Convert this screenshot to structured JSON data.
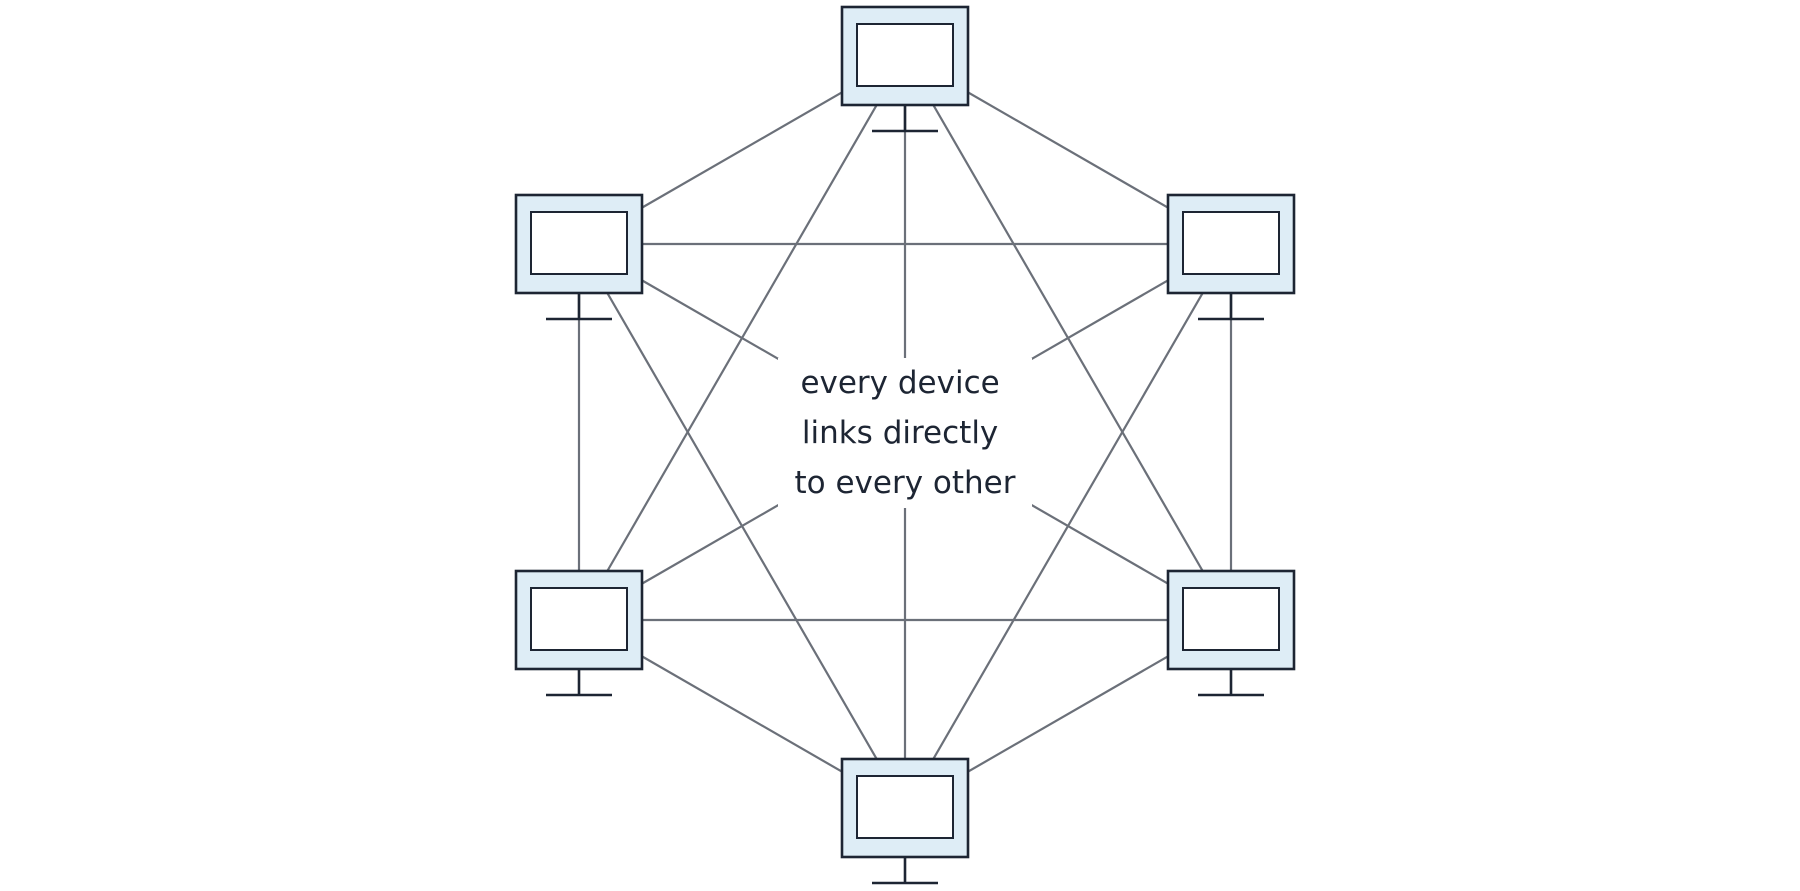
{
  "diagram": {
    "type": "full-mesh-network",
    "device_icon": "monitor-icon",
    "device_count": 6,
    "center_label_lines": [
      "every device",
      "links directly",
      "to every other"
    ],
    "colors": {
      "link": "#6b7079",
      "monitor_frame_fill": "#deedf6",
      "monitor_outline": "#1d2533",
      "screen_fill": "#ffffff",
      "label_text": "#1d2533",
      "background": "#ffffff"
    }
  }
}
